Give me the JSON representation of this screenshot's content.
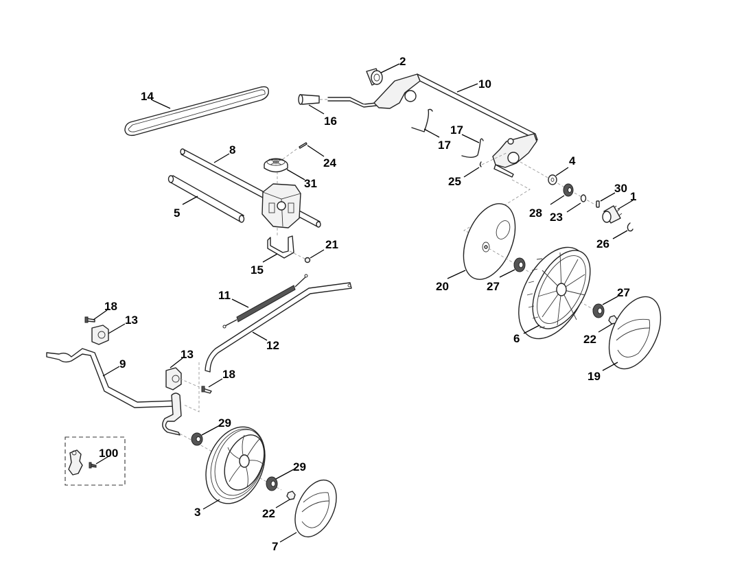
{
  "diagram": {
    "title": "Drive / wheel assembly exploded parts view",
    "parts": [
      {
        "ref": "1",
        "desc": "gear pinion (rear right)"
      },
      {
        "ref": "2",
        "desc": "gear pinion (rear left)"
      },
      {
        "ref": "3",
        "desc": "front wheel"
      },
      {
        "ref": "4",
        "desc": "washer"
      },
      {
        "ref": "5",
        "desc": "rod"
      },
      {
        "ref": "6",
        "desc": "rear wheel"
      },
      {
        "ref": "7",
        "desc": "front hub cap"
      },
      {
        "ref": "8",
        "desc": "drive shaft"
      },
      {
        "ref": "9",
        "desc": "front axle / height adjuster"
      },
      {
        "ref": "10",
        "desc": "rear axle / height adjuster"
      },
      {
        "ref": "11",
        "desc": "spring"
      },
      {
        "ref": "12",
        "desc": "linkage rod"
      },
      {
        "ref": "13",
        "desc": "bracket bushing"
      },
      {
        "ref": "14",
        "desc": "drive belt"
      },
      {
        "ref": "15",
        "desc": "gearbox bracket"
      },
      {
        "ref": "16",
        "desc": "lever knob"
      },
      {
        "ref": "17",
        "desc": "spring clip"
      },
      {
        "ref": "18",
        "desc": "screw"
      },
      {
        "ref": "19",
        "desc": "rear hub cap"
      },
      {
        "ref": "20",
        "desc": "wheel guard disc"
      },
      {
        "ref": "21",
        "desc": "screw"
      },
      {
        "ref": "22",
        "desc": "nut"
      },
      {
        "ref": "23",
        "desc": "ring"
      },
      {
        "ref": "24",
        "desc": "pin"
      },
      {
        "ref": "25",
        "desc": "clip"
      },
      {
        "ref": "26",
        "desc": "circlip"
      },
      {
        "ref": "27",
        "desc": "bearing"
      },
      {
        "ref": "28",
        "desc": "bearing"
      },
      {
        "ref": "29",
        "desc": "bearing"
      },
      {
        "ref": "30",
        "desc": "key"
      },
      {
        "ref": "31",
        "desc": "pulley"
      },
      {
        "ref": "100",
        "desc": "kit (boxed)"
      }
    ]
  },
  "labels": {
    "l1": "1",
    "l2": "2",
    "l3": "3",
    "l4": "4",
    "l5": "5",
    "l6": "6",
    "l7": "7",
    "l8": "8",
    "l9": "9",
    "l10": "10",
    "l11": "11",
    "l12": "12",
    "l13a": "13",
    "l13b": "13",
    "l14": "14",
    "l15": "15",
    "l16": "16",
    "l17a": "17",
    "l17b": "17",
    "l18a": "18",
    "l18b": "18",
    "l19": "19",
    "l20": "20",
    "l21": "21",
    "l22a": "22",
    "l22b": "22",
    "l23": "23",
    "l24": "24",
    "l25": "25",
    "l26": "26",
    "l27a": "27",
    "l27b": "27",
    "l28": "28",
    "l29a": "29",
    "l29b": "29",
    "l30": "30",
    "l31": "31",
    "l100": "100"
  }
}
